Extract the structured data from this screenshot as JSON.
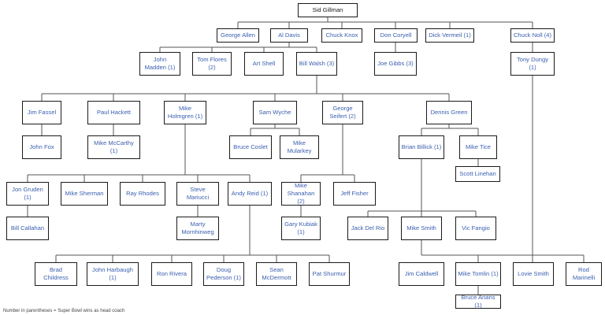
{
  "title": "Sid Gillman",
  "nodes": {
    "sid_gillman": "Sid Gillman",
    "george_allen": "George Allen",
    "al_davis": "Al Davis",
    "chuck_knox": "Chuck Knox",
    "don_coryell": "Don Coryell",
    "dick_vermeil": "Dick Vermeil (1)",
    "chuck_noll": "Chuck Noll (4)",
    "john_madden": "John Madden (1)",
    "tom_flores": "Tom Flores (2)",
    "art_shell": "Art Shell",
    "bill_walsh": "Bill Walsh (3)",
    "joe_gibbs": "Joe Gibbs (3)",
    "tony_dungy": "Tony Dungy (1)",
    "jim_fassel": "Jim Fassel",
    "paul_hackett": "Paul Hackett",
    "mike_holmgren": "Mike Holmgren (1)",
    "sam_wyche": "Sam Wyche",
    "george_seifert": "George Seifert (2)",
    "dennis_green": "Dennis Green",
    "john_fox": "John Fox",
    "mike_mccarthy": "Mike McCarthy (1)",
    "bruce_coslet": "Bruce Coslet",
    "mike_mularkey": "Mike Mularkey",
    "brian_billick": "Brian Billick (1)",
    "mike_tice": "Mike Tice",
    "scott_linehan": "Scott Linehan",
    "jon_gruden": "Jon Gruden (1)",
    "mike_sherman": "Mike Sherman",
    "ray_rhodes": "Ray Rhodes",
    "steve_mariucci": "Steve Mariucci",
    "andy_reid": "Andy Reid (1)",
    "mike_shanahan": "Mike Shanahan (2)",
    "jeff_fisher": "Jeff Fisher",
    "bill_callahan": "Bill Callahan",
    "marty_mornhinweg": "Marty Mornhinweg",
    "gary_kubiak": "Gary Kubiak (1)",
    "jack_del_rio": "Jack Del Rio",
    "mike_smith": "Mike Smith",
    "vic_fangio": "Vic Fangio",
    "brad_childress": "Brad Childress",
    "john_harbaugh": "John Harbaugh (1)",
    "ron_rivera": "Ron Rivera",
    "doug_pederson": "Doug Pederson (1)",
    "sean_mcdermott": "Sean McDermott",
    "pat_shurmur": "Pat Shurmur",
    "jim_caldwell": "Jim Caldwell",
    "mike_tomlin": "Mike Tomlin (1)",
    "lovie_smith": "Lovie Smith",
    "rod_marinelli": "Rod Marinelli",
    "bruce_arians": "Bruce Arians (1)"
  },
  "footer": "Number in parentheses = Super Bowl wins as head coach"
}
